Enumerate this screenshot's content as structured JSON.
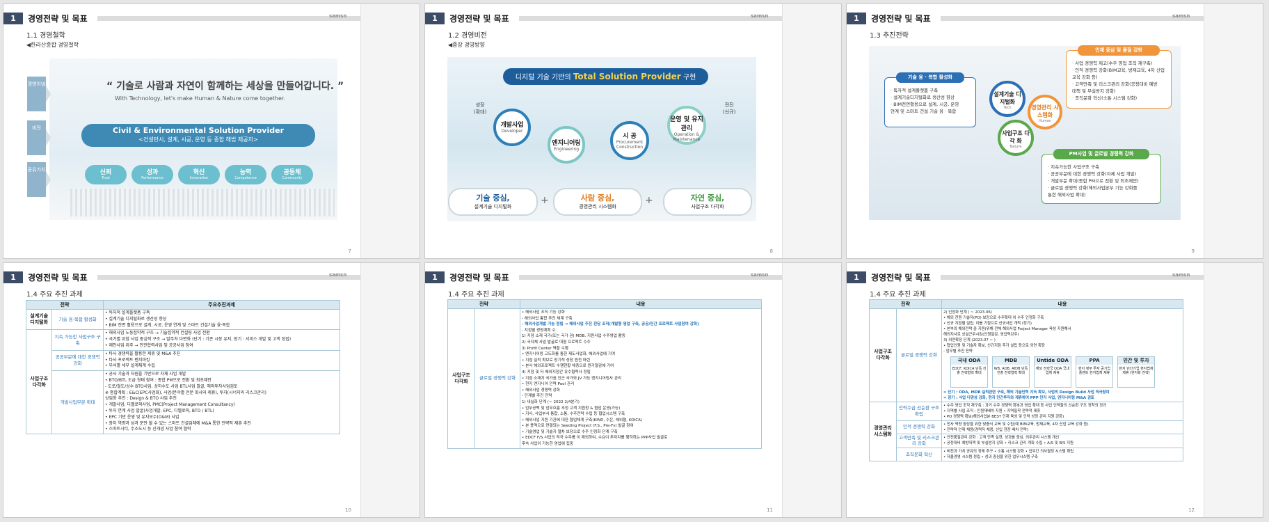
{
  "common": {
    "section_num": "1",
    "section_title": "경영전략 및 목표",
    "brand": "samsn"
  },
  "slide1": {
    "subtitle": "1.1 경영철학",
    "sub2": "◀한라산종합 경영철학",
    "page": "7",
    "tabs": [
      "경영이념",
      "비전",
      "공유가치"
    ],
    "phrase": "“ 기술로 사람과 자연이 함께하는 세상을 만들어갑니다. ”",
    "phrase_en": "With Technology, let's make Human & Nature come together.",
    "vision_title": "Civil & Environmental Solution Provider",
    "vision_sub": "<건설탄시, 설계, 시공, 운영 등 종합 해법 제공자>",
    "values": [
      {
        "k": "신뢰",
        "e": "Trust"
      },
      {
        "k": "성과",
        "e": "Performance"
      },
      {
        "k": "혁신",
        "e": "Innovation"
      },
      {
        "k": "능력",
        "e": "Competence"
      },
      {
        "k": "공동체",
        "e": "Community"
      }
    ]
  },
  "slide2": {
    "subtitle": "1.2 경영비전",
    "sub2": "◀중장 경영방향",
    "page": "8",
    "banner_pre": "디지털 기술 기반의 ",
    "banner_bold": "Total Solution Provider",
    "banner_post": " 구현",
    "growth": "성장\n(확대)",
    "advance": "전진\n(신규)",
    "circles": [
      {
        "k": "개발사업",
        "e": "Developer"
      },
      {
        "k": "엔지니어링",
        "e": "Engineering"
      },
      {
        "k": "시 공",
        "e": "Procurement Construction"
      },
      {
        "k": "운영 및 유지관리",
        "e": "Operation & Maintenance"
      }
    ],
    "bottoms": [
      {
        "k": "기술 중심,",
        "e": "설계기술 디지털화"
      },
      {
        "k": "사람 중심,",
        "e": "경영관리 시스템화"
      },
      {
        "k": "자연 중심,",
        "e": "사업구조 다각화"
      }
    ],
    "plus": "+"
  },
  "slide3": {
    "subtitle": "1.3 추진전략",
    "page": "9",
    "card_tech": {
      "hd": "기술 융 · 복합 활성화",
      "items": [
        "· 독자적 설계플랫폼 구축",
        "· 설계기술디지털화로 생산성 향상",
        "· BIM전면활용으로 설계, 시공, 운영",
        "  연계 및 스마트 건설 기술 융 · 복합"
      ]
    },
    "card_hr": {
      "hd": "인재 중심 및 품질 강화",
      "items": [
        "· 사업 경쟁력 제고(수주 영업 조직 재구축)",
        "· 인적 경쟁력 강화(BIM교육, 방재교육, 4차 산업",
        "  교육 강화 등)",
        "· 고객만족 및 리스크관리 강화(공정대비 예방",
        "  대책 및 부실방지 강화)",
        "· 조직문화 혁신(소통 시스템 강화)"
      ]
    },
    "card_pm": {
      "hd": "PM사업 및 글로벌 경쟁력 강화",
      "items": [
        "· 지속가능한 사업구조 구축",
        "· 공공부문에 대한 경쟁력 강화(자체 사업 개발)",
        "· 개발부문 확대(종합 PM으로 전환 및 최초제안)",
        "· 글로벌 경쟁력 강화(해외사업본부 기능 강화를",
        "  통한 해외사업 확대)"
      ]
    },
    "rings": [
      {
        "k": "설계기술 디지털화",
        "e": "Tech"
      },
      {
        "k": "경영관리 시스템화",
        "e": "Human"
      },
      {
        "k": "사업구조 다 각 화",
        "e": "Nature"
      }
    ]
  },
  "slide4": {
    "subtitle": "1.4 주요 추진 과제",
    "page": "10",
    "headers": [
      "전략",
      "주요추진과제"
    ],
    "g1": "설계기술 디지털화",
    "g1a": "기술 융·복합 활성화",
    "g1_items": [
      "• 독자적 설계플랫폼 구축",
      "• 설계기술 디지털화로 생산성 향상",
      "• BIM 전면 활용으로 설계, 시공, 운영 연계 및 스마트 건설기술 융·복합"
    ],
    "g2": "사업구조 다각화",
    "g2a": "지속 가능한 사업구조 구축",
    "g2a_items": [
      "• 해외사업 노동집약적 구조 → 기술집약적 컨설팅 사업 전환",
      "• 국가별 위험 사업 중심적 구조 → 발주처 다변화 (단기 : 기존 시장 유지, 장기 : 서비스 개발 및 고객 정립)",
      "• 제안사업 위주 → 민관협력사업 및 공공사업 참여"
    ],
    "g2b": "공공부문에 대한 경쟁력 강화",
    "g2b_items": [
      "• 타사 경쟁력을 활용한 제휴 및 M&A 추진",
      "• 타사 프로젝트 벤치마킹",
      "• 부서별 세부 설계체계 수립"
    ],
    "g2c": "개발사업부문 확대",
    "g2c_items": [
      "• 공사 기술과 자원을 기반으로 자체 사업 개발",
      "• BTO/BTL 도급 형태 참여 : 종합 PM으로 전환 및 최초제안",
      "  - 도로/철도/상수 BTO사업, 상하수도 사업 BTL사업 발굴, 해외투자사업검토",
      "  ※ 종합계획 : E&C(EPC사업화), 사업(분야별 전문 회사와 제휴), 투자(시너지와 리스크관리)",
      "     상업화 추진 : Design & BTO 사업 추진",
      "• 개발사업, 디벨로퍼사업, PMC(Project Management Consultancy)",
      "• 투자 연계 사업 발굴(사업개발, EPC, 디벨로퍼, BTO / BTL)",
      "• EPC 기반 운영 및 유지보수(O&M) 사업",
      "• 장차 역량과 성과 분만 할 수 있는 스마트 건설업체에 M&A 통한 전략적 제휴 추진",
      "• 스마트시티, 수소도시 등 신개념 사업 참여 협력"
    ]
  },
  "slide5": {
    "subtitle": "1.4 주요 추진 과제",
    "page": "11",
    "headers": [
      "전략",
      "내용"
    ],
    "col1": "사업구조 다각화",
    "col2": "글로벌 경쟁력 강화",
    "items": [
      "• 해외사업 조직 기능 강화",
      "  - 해외사업 통합 추진 체계 구축",
      "  - 해외사업개발 기능 정립 → 해외사업 추진 전담 조직(개발형 영업 구축, 공공/민간 프로젝트 사업참여 강화)",
      "  - 지점별 경영계획 수",
      "    1) 지점 소재 국가(또는 국가 권) MDB, 지원사업 수주영업 활동",
      "    2) 국자체 사업 발굴로 대형 프로젝트 수주",
      "    3) Profit Center 역할 수행",
      "       • 엔지니어링 고도화를 통한 제도사업화, 해외사업에 기여",
      "       • 지점 실적 확보로 장기적 성장 원천 마련",
      "       • 본사 해외프로젝트 수행현황 체증으로 원가절감에 기여",
      "    4) 지점 및 타 해외지점간 유수협력사 정립",
      "       • 지점 소재지 국가권 인근 국가와 JV 가능 엔지니어링사 관리",
      "       • 현지 엔지니어 인력 Pool 관리",
      "• 해외사업 경쟁력 강화",
      "  - 단계별 추진 전략",
      "    1) 내실화 단계 (~ 2022 2/4분기)",
      "       • 업무공백 및 업무흐름 조정 고객 지원청 & 협업 운영(가능)",
      "       • 지사, 사업부서 통합, 소통, 수주전략 수립 등 협업시스템 구축",
      "       • 해외사업 지원 기관에 대한 협업체계 구축(KIND, 수은, 해외협, KOICA)",
      "       • 본 용역으로 연결되는 Seeding Project (F.S., Pre-Fs) 발굴 참여",
      "       • 기술영업 및 기술지 절차 보장으로 수주 인정화 단계 구축",
      "       • EDCF F/S 사업의 적극 수주를 이 제외하여, 수요이 투자자를 행하하는 PPP사업 발굴로",
      "          후속 사업이 가능한 영업에 집중"
    ]
  },
  "slide6": {
    "subtitle": "1.4 주요 추진 과제",
    "page": "12",
    "headers": [
      "전략",
      "내용"
    ],
    "a1": "사업구조 다각화",
    "a2": "글로벌 경쟁력 강화",
    "a_items": [
      "2) 인정화 단계 ( ~ 2023.06)",
      "   • 해외 전원 기술자(PO) 보장으로 수주확대 위 수주 인정화 구축",
      "   • 신규 지점별 설립, 이를 기점으로 신규사업 개척 (정기)",
      "   • 본부의 해외전략 중 지원(위해 전체 해외사업 Project Manager 육성 지원해서",
      "      해외지사로 상설근무시킴(인원절감, 영업력강주)",
      "3) 외연확장 단계 (2023.07 ~ )",
      "   • 협업인원 및 기술자 확보, 신규지점 추가 설립 등으로 외연 확장",
      "- 업무별 추진 전략"
    ],
    "oda": [
      {
        "h": "국내 ODA",
        "b": "EDCF, KOICA 단독 진출 전략협력 확대"
      },
      {
        "h": "MDB",
        "b": "WB, ADB, AfDB 단독 진출 전략협력 확대"
      },
      {
        "h": "Untide ODA",
        "b": "해외 전략국 ODA 국내업체 제휴"
      },
      {
        "h": "PPA",
        "b": "현지 정부 투자 공기업 플랜트 현지법체 제휴"
      },
      {
        "h": "민간 및 투자",
        "b": "현지 민간기업 현지법체 제휴 (현지화 전략)"
      }
    ],
    "oda_notes": [
      "= 단기 : ODA, MDB 실적관련 구축, 해외 기술인력 지속 확보, 사업의 Design Build 사업 적극참여",
      "= 장기 : 사업 다양성 강화, 현지 민간투자와 제휴하여 PPP 민자 사업, 엔지니어링 M&A 검토"
    ],
    "b1": "경영관리 시스템화",
    "b_rows": [
      {
        "k": "인력수급 선순환 구조 확립",
        "items": [
          "• 수주 영업 조직 재구축 : 과거 수주 경쟁력 회복과 영업 확대 등 사업 인력들의 선순환 구조 정착의 정규",
          "• 지역별 사업 조직 : 인원재배치 지원   • 지역밀착 전략적 제휴",
          "• PO 경쟁력 확보(해외사업분 BEST 인재 육성 및 인력 성정 관리 지원 강화)"
        ]
      },
      {
        "k": "인적 경쟁력 강화",
        "items": [
          "• 전사 역량 향상을 위한 맞춤식 교육 및 수립(예 BIM교육, 방재교육, 4차 산업 교육 강화 등)",
          "• 전략적 인재 채용(경력직 채용, 신입 현장 배치 전략)"
        ]
      },
      {
        "k": "고객만족 및 리스크관리 강화",
        "items": [
          "• 안전품질관리 강화 : 고객 만족 실현, 성과를 중심, 외주관리 시스템 개선",
          "• 공정대비 예방대책 및 부실방지 강화    • 리스크 관리 계획 수립    • A/S 및 B/S 지원"
        ]
      },
      {
        "k": "조직문화 혁신",
        "items": [
          "• 비전과 가치 공유의 정체 추구    • 소통 시스템 강화    • 업무간 의사결정 시스템 확립",
          "• 자율경영 시스템 정립    • 성과 중심을 위한 업무시스템 구축"
        ]
      }
    ]
  }
}
